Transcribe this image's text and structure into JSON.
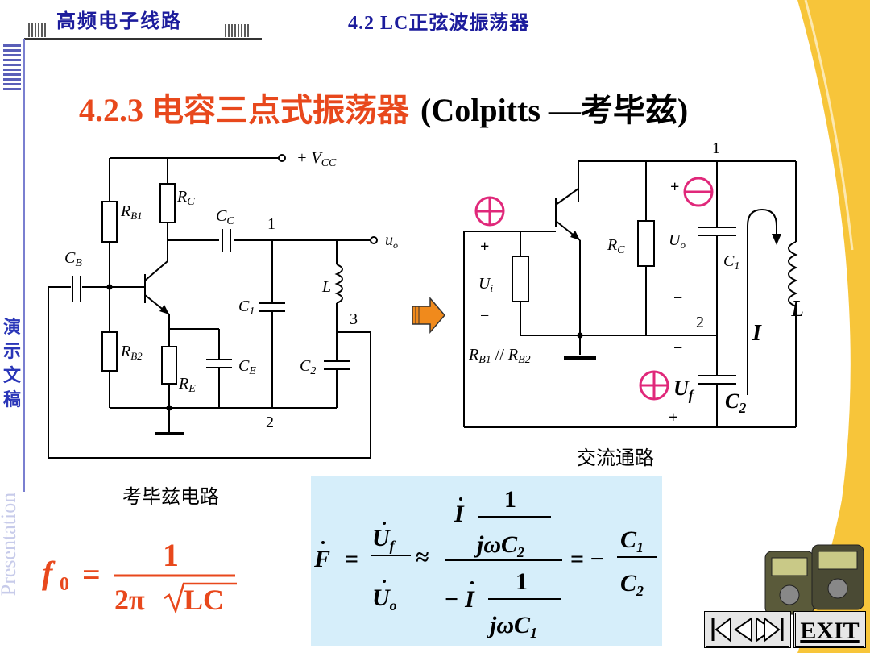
{
  "header": {
    "course_title": "高频电子线路",
    "section_title": "4.2  LC正弦波振荡器"
  },
  "title": {
    "main": "4.2.3  电容三点式振荡器",
    "sub": "(Colpitts —考毕兹)"
  },
  "sidebar": {
    "vertical_cn": "演示文稿",
    "vertical_en": "Presentation"
  },
  "left_circuit": {
    "caption": "考毕兹电路",
    "labels": {
      "vcc": "+ V",
      "vcc_sub": "CC",
      "rb1": "R",
      "rb1_sub": "B1",
      "rc": "R",
      "rc_sub": "C",
      "cc": "C",
      "cc_sub": "C",
      "node1": "1",
      "uo": "u",
      "uo_sub": "o",
      "cb": "C",
      "cb_sub": "B",
      "l": "L",
      "c1": "C",
      "c1_sub": "1",
      "node3": "3",
      "rb2": "R",
      "rb2_sub": "B2",
      "ce": "C",
      "ce_sub": "E",
      "c2": "C",
      "c2_sub": "2",
      "re": "R",
      "re_sub": "E",
      "node2": "2"
    }
  },
  "right_circuit": {
    "caption": "交流通路",
    "labels": {
      "node1": "1",
      "rc": "R",
      "rc_sub": "C",
      "uo": "U",
      "uo_sub": "o",
      "c1": "C",
      "c1_sub": "1",
      "ui": "U",
      "ui_sub": "i",
      "plus": "+",
      "minus": "−",
      "node2": "2",
      "i": "I",
      "l": "L",
      "rb": "R",
      "rb_sub1": "B1",
      "parallel": " // ",
      "rb_b": "R",
      "rb_sub2": "B2",
      "uf": "U",
      "uf_sub": "f",
      "c2": "C",
      "c2_sub": "2"
    }
  },
  "formulas": {
    "f0_lhs": "f",
    "f0_sub": "0",
    "f0_eq": "=",
    "f0_num": "1",
    "f0_den": "2π",
    "f0_root": "LC",
    "F": "F",
    "eq": "=",
    "Uf": "U",
    "Uf_sub": "f",
    "Uo": "U",
    "Uo_sub": "o",
    "approx": "≈",
    "I": "I",
    "one": "1",
    "jw": "jω",
    "C": "C",
    "C2_sub": "2",
    "C1_sub": "1",
    "neg": "−",
    "eq_neg": "= −"
  },
  "navigation": {
    "exit_label": "EXIT"
  },
  "colors": {
    "title": "#e8481c",
    "header": "#1c1c9c",
    "formula_bg": "#d6eefa",
    "accent_yellow": "#f7c53a",
    "magenta": "#e0287a"
  }
}
